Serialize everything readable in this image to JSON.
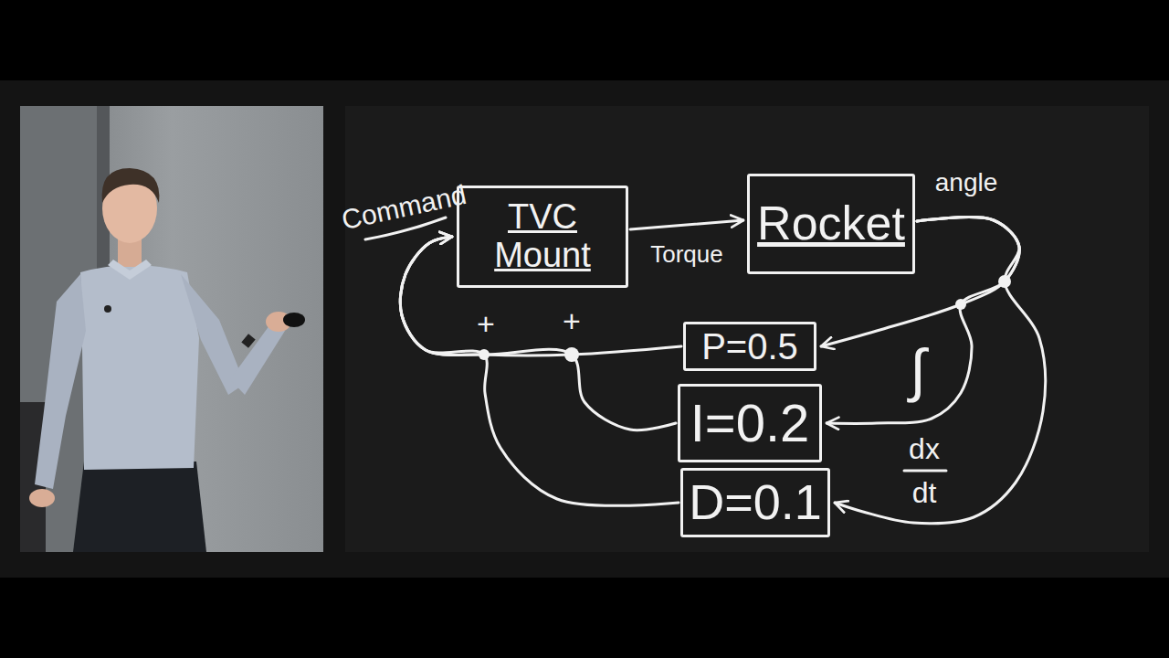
{
  "diagram": {
    "nodes": [
      {
        "text": [
          "TVC Mount"
        ]
      },
      {
        "text": [
          "Rocket"
        ]
      },
      {
        "text": [
          "P=0.5"
        ]
      },
      {
        "text": [
          "I=0.2"
        ]
      },
      {
        "text": [
          "D=0.1"
        ]
      }
    ],
    "edges": [
      {
        "from": 0,
        "to": 1,
        "arrow": "to",
        "label": "Torque"
      },
      {
        "from": 1,
        "to": 2,
        "arrow": "to"
      },
      {
        "from": 1,
        "to": 3,
        "arrow": "to"
      },
      {
        "from": 1,
        "to": 4,
        "arrow": "to"
      },
      {
        "from": 2,
        "to": 0,
        "arrow": "to"
      },
      {
        "from": 3,
        "to": 0,
        "arrow": "to"
      },
      {
        "from": 4,
        "to": 0,
        "arrow": "to"
      }
    ],
    "labels": [
      "Command",
      "angle",
      "+",
      "+",
      "∫",
      "dx",
      "dt"
    ]
  }
}
